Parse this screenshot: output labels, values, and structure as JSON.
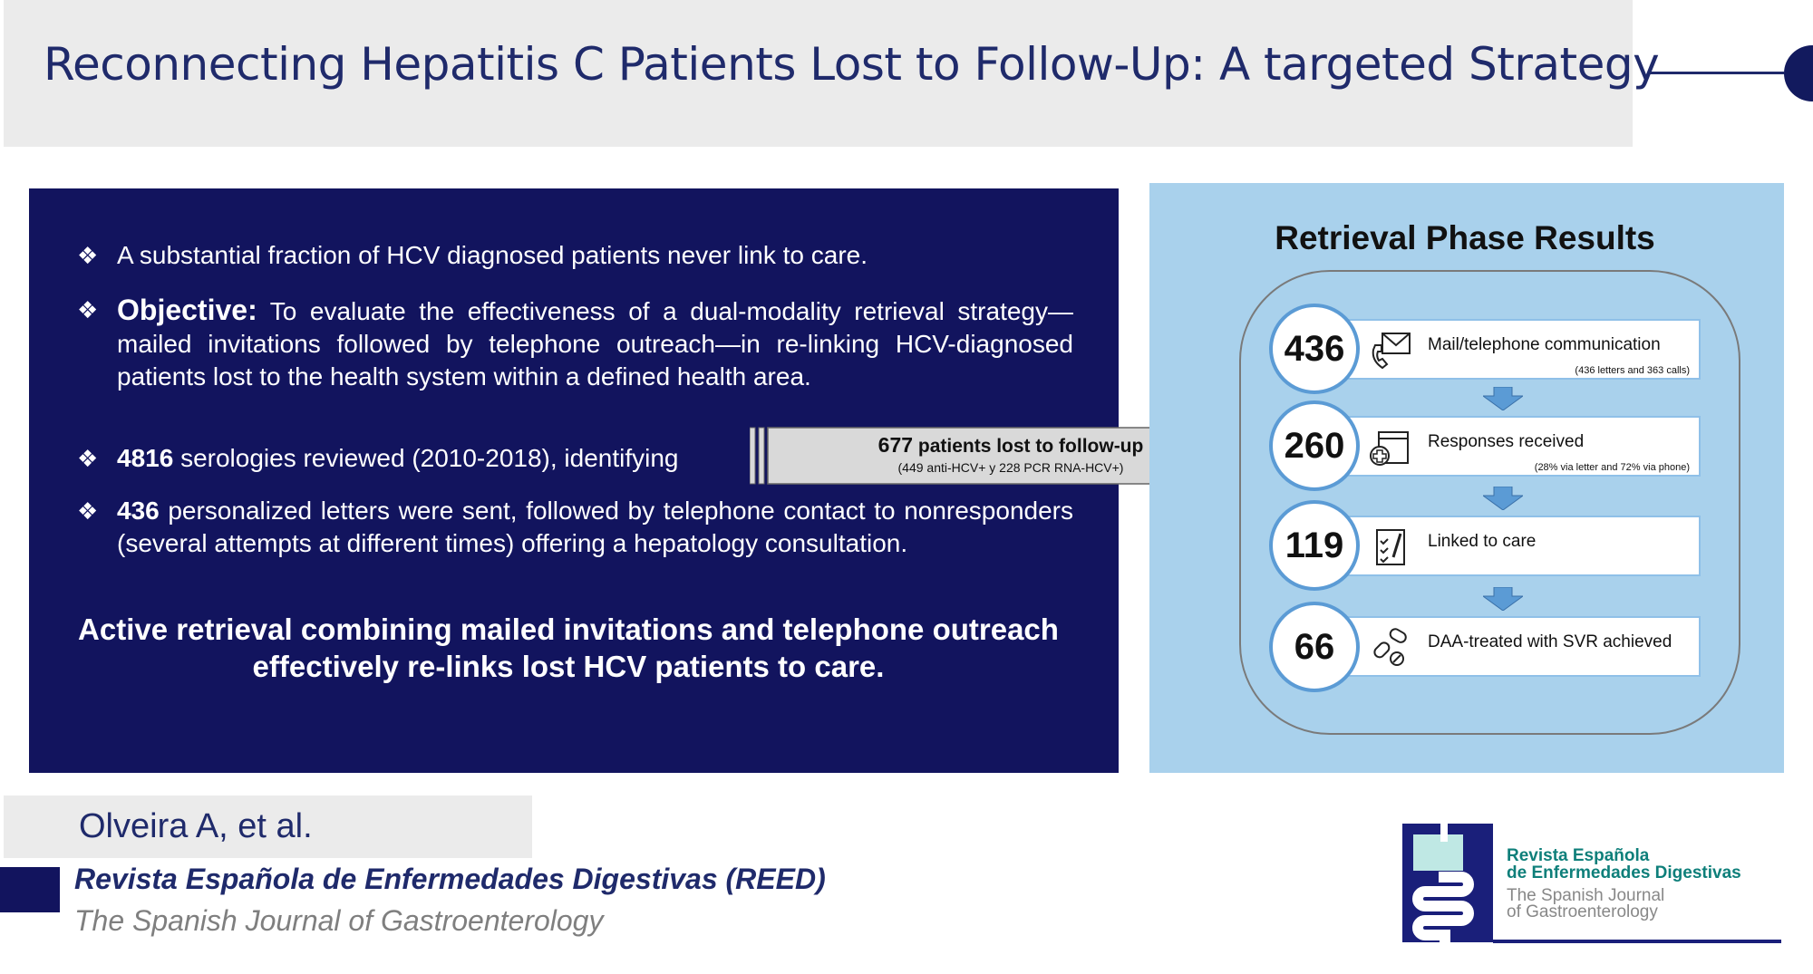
{
  "title": "Reconnecting Hepatitis C Patients Lost to Follow-Up: A targeted Strategy",
  "bullets": [
    {
      "bold": "",
      "text": "A substantial fraction of HCV diagnosed patients never link to care."
    },
    {
      "bold": "Objective:",
      "text": " To evaluate the effectiveness of a dual-modality retrieval strategy—mailed invitations followed by telephone outreach—in re-linking HCV-diagnosed patients lost to the health system within a defined health area."
    },
    {
      "bold": "4816",
      "text": " serologies reviewed (2010-2018), identifying"
    },
    {
      "bold": "436",
      "text": " personalized letters were sent, followed by telephone contact to nonresponders (several attempts at different times) offering a hepatology consultation."
    }
  ],
  "conclusion": "Active retrieval combining mailed invitations and telephone outreach effectively re-links lost HCV patients to care.",
  "arrow": {
    "count": "677",
    "label": " patients lost to follow-up",
    "sub": "(449 anti-HCV+ y 228 PCR RNA-HCV+)"
  },
  "results": {
    "title": "Retrieval Phase Results",
    "rows": [
      {
        "value": "436",
        "label": "Mail/telephone communication",
        "sub": "(436 letters and 363 calls)",
        "icon": "mail-phone-icon"
      },
      {
        "value": "260",
        "label": "Responses received",
        "sub": "(28% via letter and 72% via phone)",
        "icon": "calendar-medical-icon"
      },
      {
        "value": "119",
        "label": "Linked to care",
        "sub": "",
        "icon": "checklist-icon"
      },
      {
        "value": "66",
        "label": "DAA-treated with SVR achieved",
        "sub": "",
        "icon": "pills-icon"
      }
    ]
  },
  "author": "Olveira A, et al.",
  "journal": "Revista Española de Enfermedades Digestivas (REED)",
  "journal_en": "The Spanish Journal of Gastroenterology",
  "logo": {
    "line1": "Revista Española",
    "line2": "de Enfermedades Digestivas",
    "line3": "The Spanish Journal",
    "line4": "of Gastroenterology"
  },
  "colors": {
    "navy": "#12145e",
    "lightblue": "#a9d1ec",
    "accent": "#5b9bd5",
    "teal": "#0e7f7a"
  }
}
